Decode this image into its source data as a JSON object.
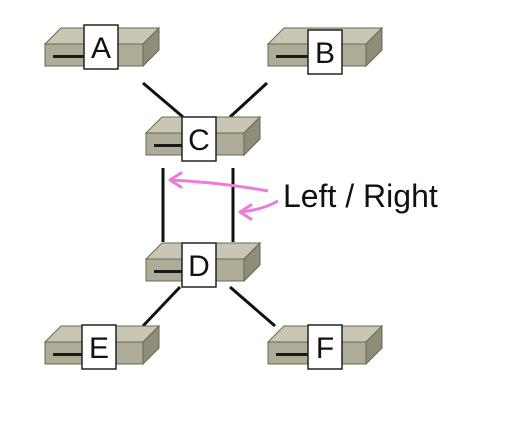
{
  "diagram": {
    "annotation": "Left / Right",
    "colors": {
      "device_top": "#c9c7b3",
      "device_front": "#aeac96",
      "device_side": "#8f8d78",
      "device_outline": "#6a6855",
      "device_slot": "#1a1a1a",
      "label_fill": "#ffffff",
      "label_stroke": "#222222",
      "link": "#111111",
      "arrow": "#f07ad8"
    },
    "nodes": [
      {
        "id": "A",
        "label": "A"
      },
      {
        "id": "B",
        "label": "B"
      },
      {
        "id": "C",
        "label": "C"
      },
      {
        "id": "D",
        "label": "D"
      },
      {
        "id": "E",
        "label": "E"
      },
      {
        "id": "F",
        "label": "F"
      }
    ],
    "links": [
      {
        "from": "A",
        "to": "C"
      },
      {
        "from": "B",
        "to": "C"
      },
      {
        "from": "C",
        "to": "D",
        "side": "left"
      },
      {
        "from": "C",
        "to": "D",
        "side": "right"
      },
      {
        "from": "D",
        "to": "E"
      },
      {
        "from": "D",
        "to": "F"
      }
    ]
  }
}
